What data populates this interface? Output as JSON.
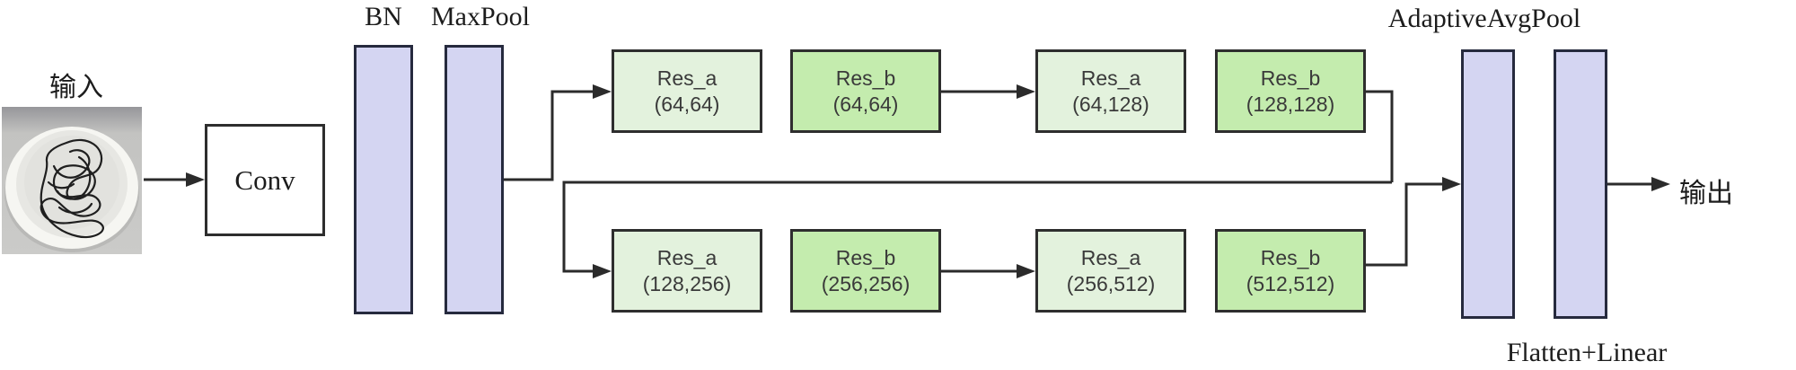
{
  "labels": {
    "input": "输入",
    "output": "输出",
    "conv": "Conv",
    "bn": "BN",
    "maxpool": "MaxPool",
    "adaptive_avgpool": "AdaptiveAvgPool",
    "flatten_linear": "Flatten+Linear"
  },
  "rows": [
    {
      "blocks": [
        {
          "name": "Res_a",
          "dims": "(64,64)"
        },
        {
          "name": "Res_b",
          "dims": "(64,64)"
        },
        {
          "name": "Res_a",
          "dims": "(64,128)"
        },
        {
          "name": "Res_b",
          "dims": "(128,128)"
        }
      ]
    },
    {
      "blocks": [
        {
          "name": "Res_a",
          "dims": "(128,256)"
        },
        {
          "name": "Res_b",
          "dims": "(256,256)"
        },
        {
          "name": "Res_a",
          "dims": "(256,512)"
        },
        {
          "name": "Res_b",
          "dims": "(512,512)"
        }
      ]
    }
  ],
  "colors": {
    "bar_lavender": "#d4d5f2",
    "res_a_green": "#e3f2dd",
    "res_b_green": "#c4ecae",
    "wire": "#2b2b2b",
    "border": "#2e2e2e"
  }
}
